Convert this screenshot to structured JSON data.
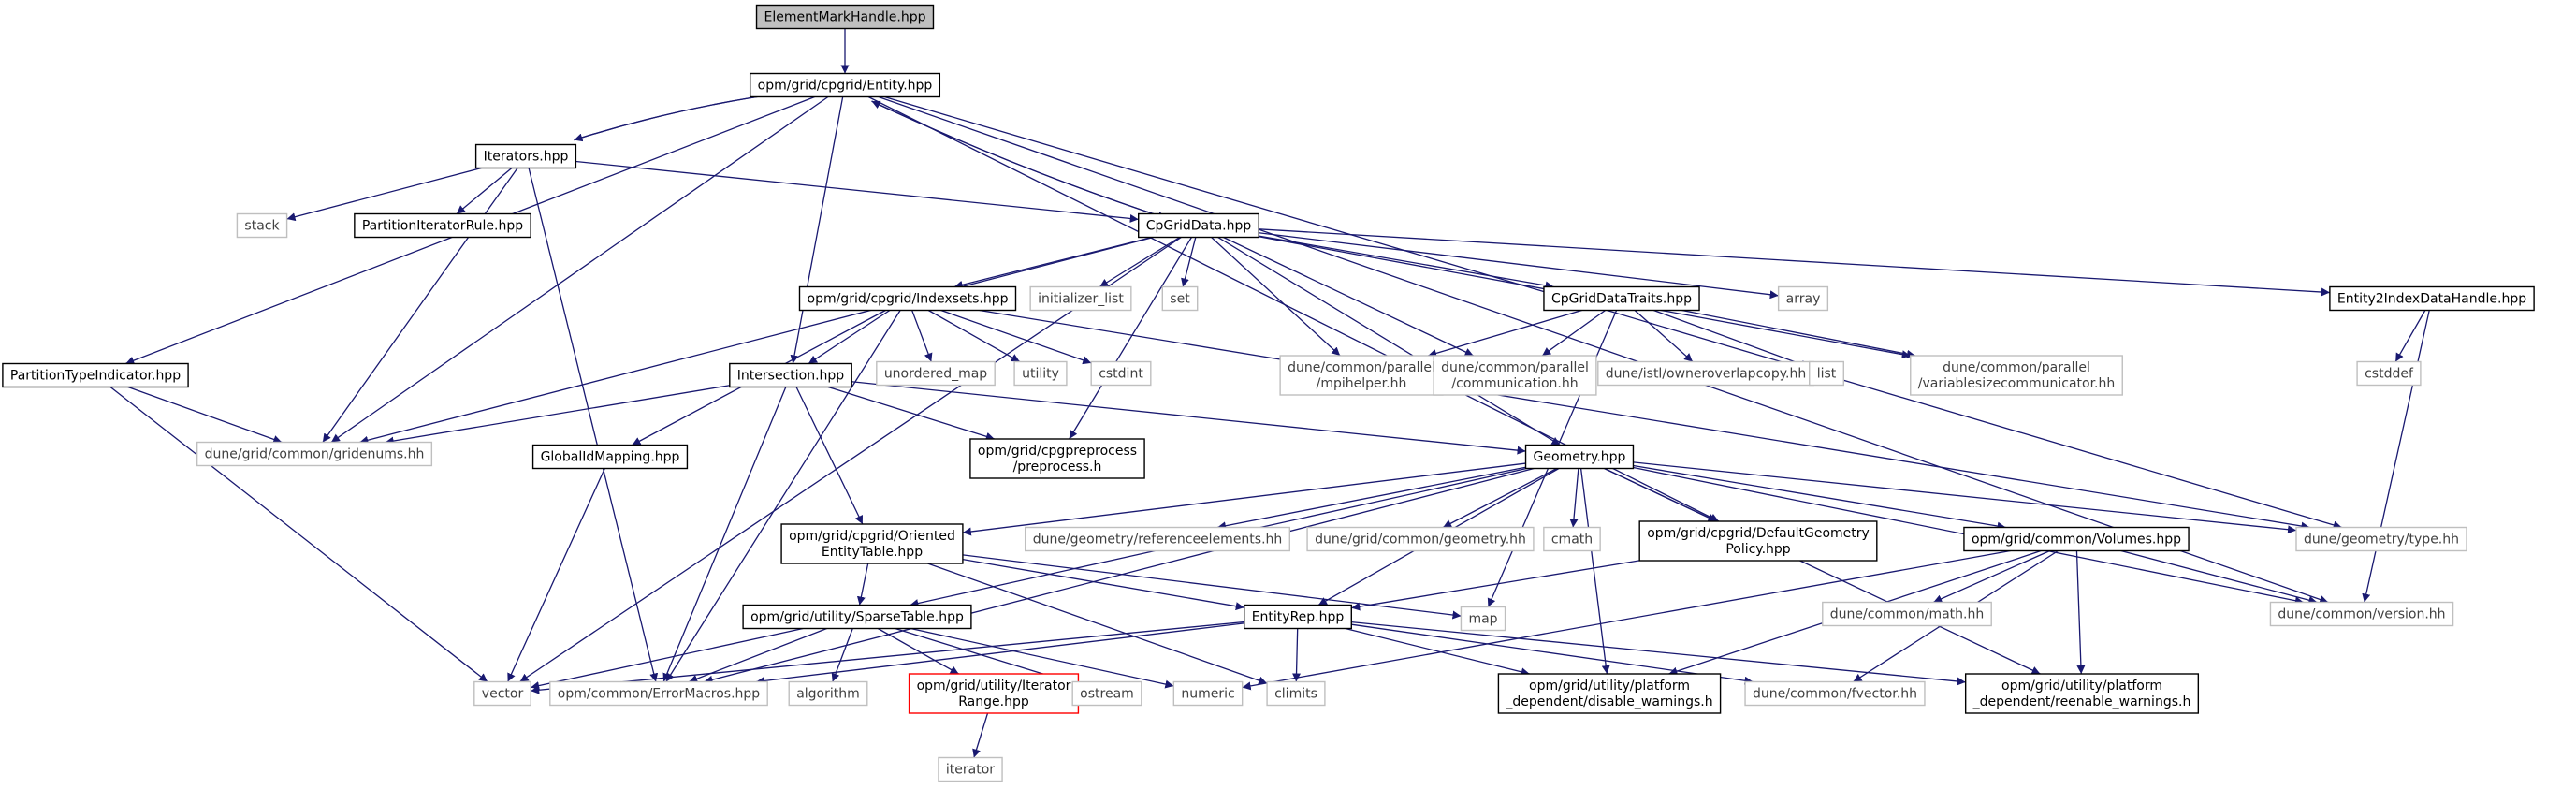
{
  "diagram": {
    "title": "",
    "colors": {
      "edge": "#191970",
      "root_fill": "#bfbfbf",
      "normal_border": "#000000",
      "external_border": "#bfbfbf",
      "external_text": "#404040",
      "missing_border": "#ff0000",
      "text": "#000000"
    },
    "nodes": [
      {
        "id": "n0",
        "lines": [
          "ElementMarkHandle.hpp"
        ],
        "kind": "root"
      },
      {
        "id": "n1",
        "lines": [
          "opm/grid/cpgrid/Entity.hpp"
        ],
        "kind": "normal"
      },
      {
        "id": "n2",
        "lines": [
          "Iterators.hpp"
        ],
        "kind": "normal"
      },
      {
        "id": "n3",
        "lines": [
          "stack"
        ],
        "kind": "external"
      },
      {
        "id": "n4",
        "lines": [
          "PartitionIteratorRule.hpp"
        ],
        "kind": "normal"
      },
      {
        "id": "n5",
        "lines": [
          "CpGridData.hpp"
        ],
        "kind": "normal"
      },
      {
        "id": "n6",
        "lines": [
          "opm/grid/cpgrid/Indexsets.hpp"
        ],
        "kind": "normal"
      },
      {
        "id": "n7",
        "lines": [
          "initializer_list"
        ],
        "kind": "external"
      },
      {
        "id": "n8",
        "lines": [
          "set"
        ],
        "kind": "external"
      },
      {
        "id": "n9",
        "lines": [
          "CpGridDataTraits.hpp"
        ],
        "kind": "normal"
      },
      {
        "id": "n10",
        "lines": [
          "array"
        ],
        "kind": "external"
      },
      {
        "id": "n11",
        "lines": [
          "Entity2IndexDataHandle.hpp"
        ],
        "kind": "normal"
      },
      {
        "id": "n12",
        "lines": [
          "PartitionTypeIndicator.hpp"
        ],
        "kind": "normal"
      },
      {
        "id": "n13",
        "lines": [
          "dune/grid/common/gridenums.hh"
        ],
        "kind": "external"
      },
      {
        "id": "n14",
        "lines": [
          "Intersection.hpp"
        ],
        "kind": "normal"
      },
      {
        "id": "n15",
        "lines": [
          "unordered_map"
        ],
        "kind": "external"
      },
      {
        "id": "n16",
        "lines": [
          "utility"
        ],
        "kind": "external"
      },
      {
        "id": "n17",
        "lines": [
          "cstdint"
        ],
        "kind": "external"
      },
      {
        "id": "n18",
        "lines": [
          "dune/common/parallel",
          "/mpihelper.hh"
        ],
        "kind": "external"
      },
      {
        "id": "n19",
        "lines": [
          "dune/common/parallel",
          "/communication.hh"
        ],
        "kind": "external"
      },
      {
        "id": "n20",
        "lines": [
          "dune/istl/owneroverlapcopy.hh"
        ],
        "kind": "external"
      },
      {
        "id": "n21",
        "lines": [
          "list"
        ],
        "kind": "external"
      },
      {
        "id": "n22",
        "lines": [
          "dune/common/parallel",
          "/variablesizecommunicator.hh"
        ],
        "kind": "external"
      },
      {
        "id": "n23",
        "lines": [
          "cstddef"
        ],
        "kind": "external"
      },
      {
        "id": "n24",
        "lines": [
          "GlobalIdMapping.hpp"
        ],
        "kind": "normal"
      },
      {
        "id": "n25",
        "lines": [
          "opm/grid/cpgpreprocess",
          "/preprocess.h"
        ],
        "kind": "normal"
      },
      {
        "id": "n26",
        "lines": [
          "Geometry.hpp"
        ],
        "kind": "normal"
      },
      {
        "id": "n27",
        "lines": [
          "opm/grid/cpgrid/Oriented",
          "EntityTable.hpp"
        ],
        "kind": "normal"
      },
      {
        "id": "n28",
        "lines": [
          "dune/geometry/referenceelements.hh"
        ],
        "kind": "external"
      },
      {
        "id": "n29",
        "lines": [
          "dune/grid/common/geometry.hh"
        ],
        "kind": "external"
      },
      {
        "id": "n30",
        "lines": [
          "cmath"
        ],
        "kind": "external"
      },
      {
        "id": "n31",
        "lines": [
          "opm/grid/cpgrid/DefaultGeometry",
          "Policy.hpp"
        ],
        "kind": "normal"
      },
      {
        "id": "n32",
        "lines": [
          "opm/grid/common/Volumes.hpp"
        ],
        "kind": "normal"
      },
      {
        "id": "n33",
        "lines": [
          "dune/geometry/type.hh"
        ],
        "kind": "external"
      },
      {
        "id": "n34",
        "lines": [
          "opm/grid/utility/SparseTable.hpp"
        ],
        "kind": "normal"
      },
      {
        "id": "n35",
        "lines": [
          "EntityRep.hpp"
        ],
        "kind": "normal"
      },
      {
        "id": "n36",
        "lines": [
          "map"
        ],
        "kind": "external"
      },
      {
        "id": "n37",
        "lines": [
          "dune/common/math.hh"
        ],
        "kind": "external"
      },
      {
        "id": "n38",
        "lines": [
          "dune/common/version.hh"
        ],
        "kind": "external"
      },
      {
        "id": "n39",
        "lines": [
          "vector"
        ],
        "kind": "external"
      },
      {
        "id": "n40",
        "lines": [
          "opm/common/ErrorMacros.hpp"
        ],
        "kind": "external"
      },
      {
        "id": "n41",
        "lines": [
          "algorithm"
        ],
        "kind": "external"
      },
      {
        "id": "n42",
        "lines": [
          "opm/grid/utility/Iterator",
          "Range.hpp"
        ],
        "kind": "missing"
      },
      {
        "id": "n43",
        "lines": [
          "ostream"
        ],
        "kind": "external"
      },
      {
        "id": "n44",
        "lines": [
          "numeric"
        ],
        "kind": "external"
      },
      {
        "id": "n45",
        "lines": [
          "climits"
        ],
        "kind": "external"
      },
      {
        "id": "n46",
        "lines": [
          "opm/grid/utility/platform",
          "_dependent/disable_warnings.h"
        ],
        "kind": "normal"
      },
      {
        "id": "n47",
        "lines": [
          "dune/common/fvector.hh"
        ],
        "kind": "external"
      },
      {
        "id": "n48",
        "lines": [
          "opm/grid/utility/platform",
          "_dependent/reenable_warnings.h"
        ],
        "kind": "normal"
      },
      {
        "id": "n49",
        "lines": [
          "iterator"
        ],
        "kind": "external"
      }
    ],
    "edges": [
      [
        "n0",
        "n1"
      ],
      [
        "n1",
        "n2"
      ],
      [
        "n1",
        "n5"
      ],
      [
        "n1",
        "n12"
      ],
      [
        "n1",
        "n13"
      ],
      [
        "n1",
        "n14"
      ],
      [
        "n1",
        "n31"
      ],
      [
        "n1",
        "n33"
      ],
      [
        "n1",
        "n38"
      ],
      [
        "n2",
        "n1"
      ],
      [
        "n2",
        "n3"
      ],
      [
        "n2",
        "n4"
      ],
      [
        "n2",
        "n5"
      ],
      [
        "n2",
        "n13"
      ],
      [
        "n2",
        "n40"
      ],
      [
        "n5",
        "n1"
      ],
      [
        "n5",
        "n6"
      ],
      [
        "n5",
        "n7"
      ],
      [
        "n5",
        "n8"
      ],
      [
        "n5",
        "n9"
      ],
      [
        "n5",
        "n10"
      ],
      [
        "n5",
        "n11"
      ],
      [
        "n5",
        "n13"
      ],
      [
        "n5",
        "n18"
      ],
      [
        "n5",
        "n19"
      ],
      [
        "n5",
        "n22"
      ],
      [
        "n5",
        "n25"
      ],
      [
        "n5",
        "n26"
      ],
      [
        "n5",
        "n39"
      ],
      [
        "n6",
        "n14"
      ],
      [
        "n6",
        "n15"
      ],
      [
        "n6",
        "n16"
      ],
      [
        "n6",
        "n17"
      ],
      [
        "n6",
        "n24"
      ],
      [
        "n6",
        "n40"
      ],
      [
        "n6",
        "n33"
      ],
      [
        "n9",
        "n18"
      ],
      [
        "n9",
        "n19"
      ],
      [
        "n9",
        "n20"
      ],
      [
        "n9",
        "n21"
      ],
      [
        "n9",
        "n22"
      ],
      [
        "n9",
        "n36"
      ],
      [
        "n11",
        "n23"
      ],
      [
        "n11",
        "n38"
      ],
      [
        "n12",
        "n13"
      ],
      [
        "n12",
        "n39"
      ],
      [
        "n14",
        "n13"
      ],
      [
        "n14",
        "n25"
      ],
      [
        "n14",
        "n26"
      ],
      [
        "n14",
        "n27"
      ],
      [
        "n14",
        "n40"
      ],
      [
        "n24",
        "n39"
      ],
      [
        "n26",
        "n27"
      ],
      [
        "n26",
        "n28"
      ],
      [
        "n26",
        "n29"
      ],
      [
        "n26",
        "n30"
      ],
      [
        "n26",
        "n31"
      ],
      [
        "n26",
        "n32"
      ],
      [
        "n26",
        "n33"
      ],
      [
        "n26",
        "n34"
      ],
      [
        "n26",
        "n35"
      ],
      [
        "n26",
        "n40"
      ],
      [
        "n26",
        "n46"
      ],
      [
        "n26",
        "n48"
      ],
      [
        "n26",
        "n38"
      ],
      [
        "n27",
        "n34"
      ],
      [
        "n27",
        "n35"
      ],
      [
        "n27",
        "n36"
      ],
      [
        "n27",
        "n45"
      ],
      [
        "n31",
        "n35"
      ],
      [
        "n32",
        "n37"
      ],
      [
        "n32",
        "n38"
      ],
      [
        "n32",
        "n44"
      ],
      [
        "n32",
        "n46"
      ],
      [
        "n32",
        "n47"
      ],
      [
        "n32",
        "n48"
      ],
      [
        "n34",
        "n39"
      ],
      [
        "n34",
        "n40"
      ],
      [
        "n34",
        "n41"
      ],
      [
        "n34",
        "n42"
      ],
      [
        "n34",
        "n43"
      ],
      [
        "n34",
        "n44"
      ],
      [
        "n35",
        "n39"
      ],
      [
        "n35",
        "n40"
      ],
      [
        "n35",
        "n45"
      ],
      [
        "n35",
        "n46"
      ],
      [
        "n35",
        "n47"
      ],
      [
        "n35",
        "n48"
      ],
      [
        "n42",
        "n49"
      ]
    ]
  }
}
